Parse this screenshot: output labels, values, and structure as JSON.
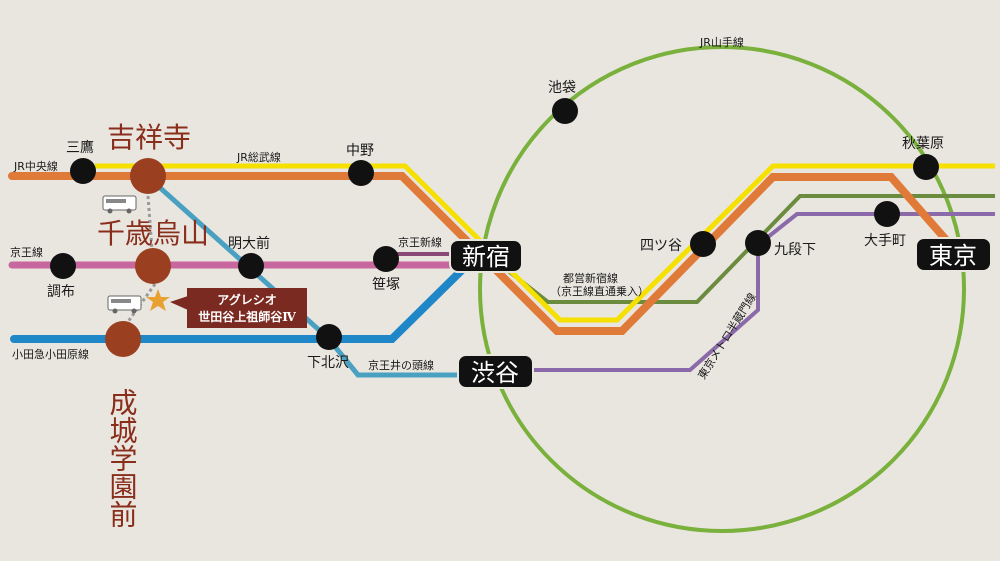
{
  "colors": {
    "background": "#e9e6e0",
    "jr_chuo_rapid": "#f5e000",
    "jr_sobu": "#e07a38",
    "keio": "#c8679d",
    "keio_new": "#8a4a78",
    "odakyu": "#1f86c8",
    "inokashira": "#4aa0c0",
    "toei_shinjuku": "#6b8c3e",
    "hanzomon": "#8a6aa8",
    "yamanote": "#7ab03c",
    "major_station": "#9a4020",
    "property": "#7a2a20",
    "star": "#e8a030"
  },
  "lines": {
    "yamanote": "JR山手線",
    "chuo": "JR中央線",
    "sobu": "JR総武線",
    "keio": "京王線",
    "keio_new": "京王新線",
    "odakyu": "小田急小田原線",
    "inokashira": "京王井の頭線",
    "toei_shinjuku_1": "都営新宿線",
    "toei_shinjuku_2": "（京王線直通乗入）",
    "hanzomon": "東京メトロ半蔵門線"
  },
  "major_stations": {
    "kichijoji": "吉祥寺",
    "chitose": "千歳烏山",
    "seijo": "成城学園前"
  },
  "hubs": {
    "shinjuku": "新宿",
    "shibuya": "渋谷",
    "tokyo": "東京"
  },
  "stations": {
    "mitaka": "三鷹",
    "nakano": "中野",
    "ikebukuro": "池袋",
    "akihabara": "秋葉原",
    "chofu": "調布",
    "meidaimae": "明大前",
    "sasazuka": "笹塚",
    "shimokitazawa": "下北沢",
    "yotsuya": "四ツ谷",
    "kudanshita": "九段下",
    "otemachi": "大手町"
  },
  "property": {
    "line1": "アグレシオ",
    "line2": "世田谷上祖師谷Ⅳ"
  },
  "icons": {
    "bus": "bus-icon",
    "star": "star-icon"
  }
}
